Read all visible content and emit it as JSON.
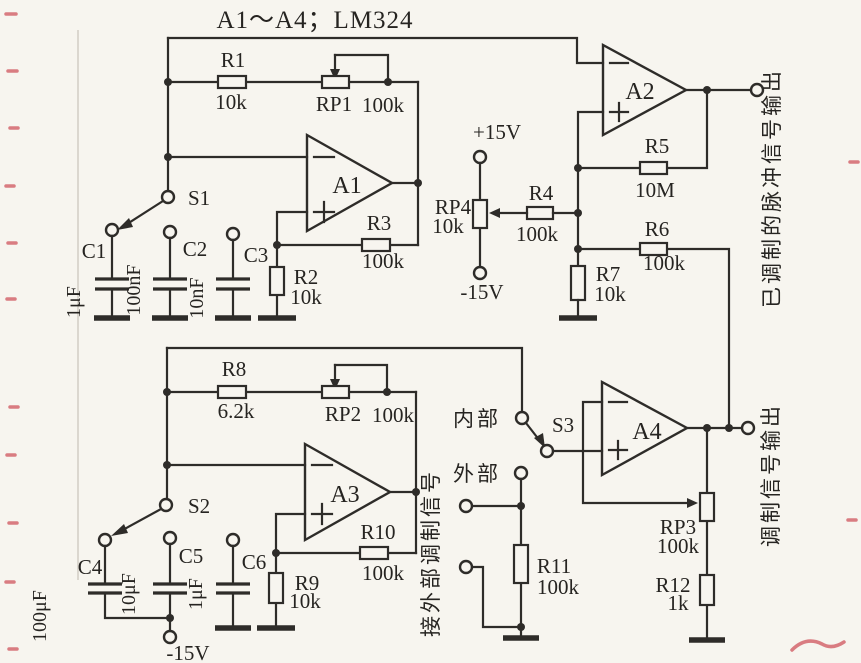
{
  "title": "A1～A4；LM324",
  "opamps": {
    "A1": "A1",
    "A2": "A2",
    "A3": "A3",
    "A4": "A4"
  },
  "switches": {
    "S1": "S1",
    "S2": "S2",
    "S3": "S3"
  },
  "components": {
    "R1": {
      "ref": "R1",
      "value": "10k"
    },
    "RP1": {
      "ref": "RP1",
      "value": "100k"
    },
    "R2": {
      "ref": "R2",
      "value": "10k"
    },
    "R3": {
      "ref": "R3",
      "value": "100k"
    },
    "R4": {
      "ref": "R4",
      "value": "100k"
    },
    "RP4": {
      "ref": "RP4",
      "value": "10k"
    },
    "R5": {
      "ref": "R5",
      "value": "10M"
    },
    "R6": {
      "ref": "R6",
      "value": "100k"
    },
    "R7": {
      "ref": "R7",
      "value": "10k"
    },
    "R8": {
      "ref": "R8",
      "value": "6.2k"
    },
    "RP2": {
      "ref": "RP2",
      "value": "100k"
    },
    "R9": {
      "ref": "R9",
      "value": "10k"
    },
    "R10": {
      "ref": "R10",
      "value": "100k"
    },
    "R11": {
      "ref": "R11",
      "value": "100k"
    },
    "RP3": {
      "ref": "RP3",
      "value": "100k"
    },
    "R12": {
      "ref": "R12",
      "value": "1k"
    },
    "C1": {
      "ref": "C1",
      "value": "1μF"
    },
    "C2": {
      "ref": "C2",
      "value": "100nF"
    },
    "C3": {
      "ref": "C3",
      "value": "10nF"
    },
    "C4": {
      "ref": "C4",
      "value": "100μF"
    },
    "C5": {
      "ref": "C5",
      "value": "10μF"
    },
    "C6": {
      "ref": "C6",
      "value": "1μF"
    }
  },
  "power": {
    "vplus": "+15V",
    "vminus": "-15V",
    "vminus_caps": "-15V"
  },
  "annotations": {
    "pulse_output": "已调制的脉冲信号输出",
    "mod_output": "调制信号输出",
    "ext_mod_input": "接外部调制信号",
    "internal": "内部",
    "external": "外部"
  }
}
